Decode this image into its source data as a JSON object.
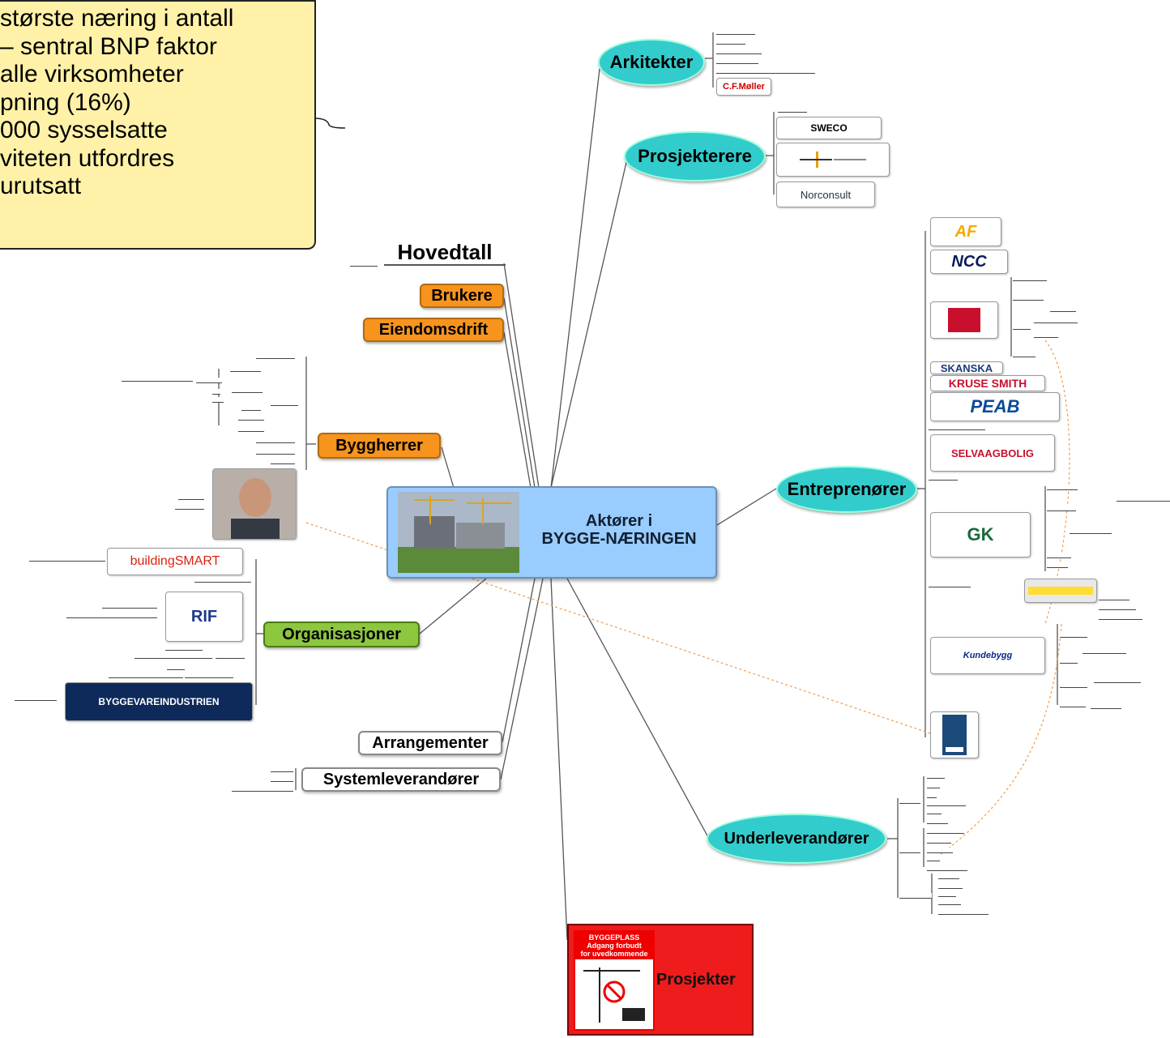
{
  "note": {
    "lines": [
      "største næring i antall",
      "– sentral BNP faktor",
      "alle virksomheter",
      "pning (16%)",
      "000 sysselsatte",
      "viteten utfordres",
      "urutsatt"
    ]
  },
  "center": {
    "line1": "Aktører i",
    "line2": "BYGGE-NÆRINGEN"
  },
  "topics": {
    "arkitekter": "Arkitekter",
    "prosjekterere": "Prosjekterere",
    "hovedtall": "Hovedtall",
    "brukere": "Brukere",
    "eiendomsdrift": "Eiendomsdrift",
    "byggherrer": "Byggherrer",
    "entreprenorer": "Entreprenører",
    "organisasjoner": "Organisasjoner",
    "arrangementer": "Arrangementer",
    "systemleverandorer": "Systemleverandører",
    "underleverandorer": "Underleverandører",
    "prosjekter": "Prosjekter"
  },
  "logos": {
    "cfmoller": "C.F.Møller",
    "sweco": "SWECO",
    "norconsult": "Norconsult",
    "af": "AF",
    "ncc": "NCC",
    "skanska": "SKANSKA",
    "kruse": "KRUSE SMITH",
    "peab": "PEAB",
    "selvaag": "SELVAAGBOLIG",
    "gk": "GK",
    "kundebygg": "Kundebygg",
    "buildingsmart": "buildingSMART",
    "rif": "RIF",
    "bvi": "BYGGEVAREINDUSTRIEN"
  },
  "sign": {
    "title": "BYGGEPLASS",
    "line2": "Adgang forbudt",
    "line3": "for uvedkommende"
  }
}
